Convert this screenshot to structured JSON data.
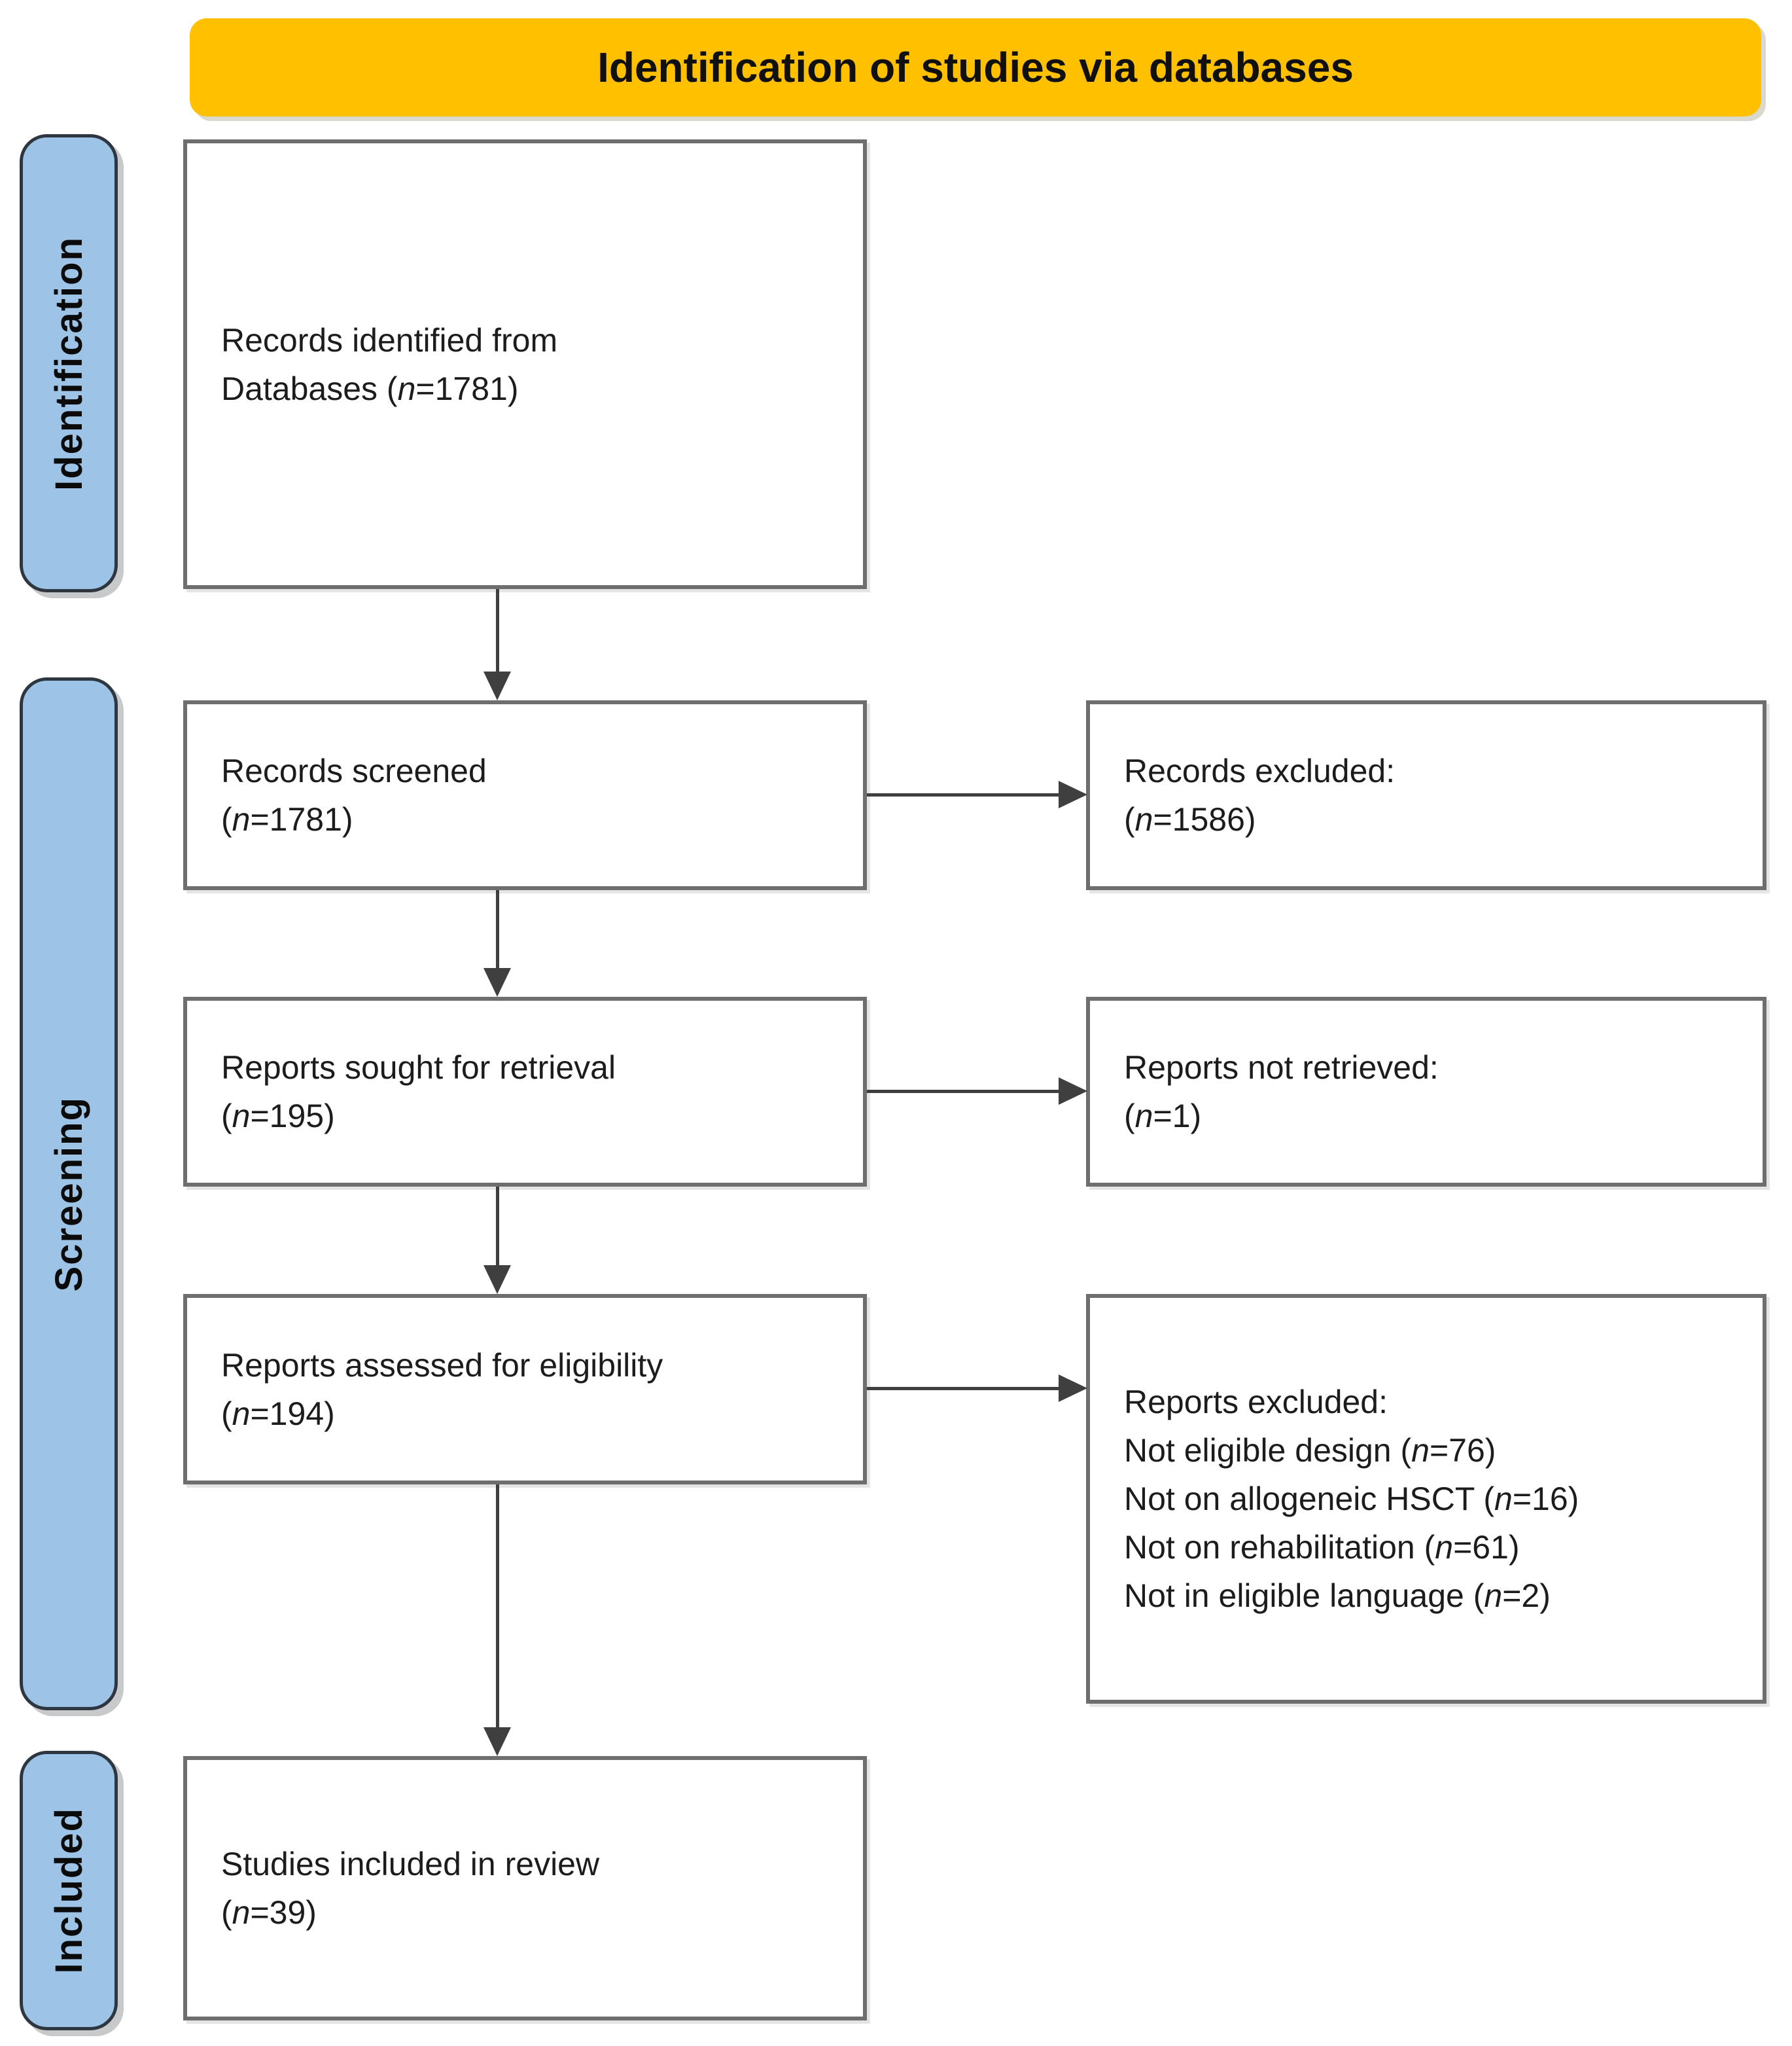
{
  "diagram": {
    "title": "Identification of studies via databases",
    "stages": {
      "identification": "Identification",
      "screening": "Screening",
      "included": "Included"
    },
    "boxes": {
      "records_identified": {
        "lines": [
          "Records identified from",
          "Databases (n=1781)"
        ]
      },
      "records_screened": {
        "lines": [
          "Records screened",
          "(n=1781)"
        ]
      },
      "records_excluded": {
        "lines": [
          "Records excluded:",
          "(n=1586)"
        ]
      },
      "reports_sought": {
        "lines": [
          "Reports sought for retrieval",
          "(n=195)"
        ]
      },
      "reports_not_retrieved": {
        "lines": [
          "Reports not retrieved:",
          "(n=1)"
        ]
      },
      "reports_assessed": {
        "lines": [
          "Reports assessed for eligibility",
          "(n=194)"
        ]
      },
      "reports_excluded": {
        "lines": [
          "Reports excluded:",
          "Not eligible design (n=76)",
          "Not on allogeneic HSCT (n=16)",
          "Not on rehabilitation (n=61)",
          "Not in eligible language (n=2)"
        ]
      },
      "studies_included": {
        "lines": [
          "Studies included in review",
          "(n=39)"
        ]
      }
    },
    "colors": {
      "header_bg": "#FFC000",
      "stage_bg": "#9DC3E6",
      "box_border": "#6e6e6e",
      "arrow": "#3f3f3f"
    }
  }
}
